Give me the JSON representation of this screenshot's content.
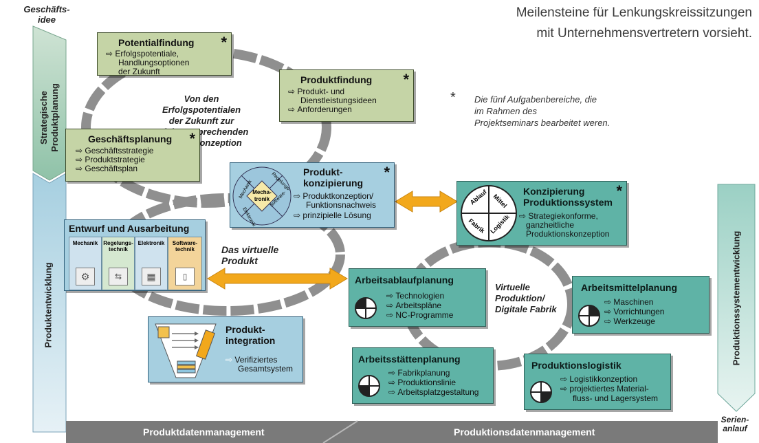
{
  "left_column": {
    "top_label": "Geschäfts-\nidee",
    "upper_section": "Strategische\nProduktplanung",
    "lower_section": "Produktentwicklung"
  },
  "right_column": {
    "section": "Produktionssystementwicklung",
    "bottom_label": "Serien-\nanlauf"
  },
  "intro_text": "Meilensteine für Lenkungskreissitzungen\nmit Unternehmensvertretern vorsieht.",
  "footnote": {
    "marker": "*",
    "text": "Die fünf Aufgabenbereiche, die\nim Rahmen des\nProjektseminars bearbeitet weren."
  },
  "cycle_labels": {
    "strategic": "Von den\nErfolgspotentialen\nder Zukunft zur\nerfolgversprechenden\nProduktkonzeption",
    "virtual_product": "Das virtuelle\nProdukt",
    "virtual_production": "Virtuelle\nProduktion/\nDigitale Fabrik"
  },
  "boxes": {
    "potentialfindung": {
      "title": "Potentialfindung",
      "star": "*",
      "items": [
        "Erfolgspotentiale,"
      ],
      "extra": "Handlungsoptionen\nder Zukunft"
    },
    "produktfindung": {
      "title": "Produktfindung",
      "star": "*",
      "items": [
        "Produkt- und"
      ],
      "extra": "Dienstleistungsideen",
      "items2": [
        "Anforderungen"
      ]
    },
    "geschaeftsplanung": {
      "title": "Geschäftsplanung",
      "star": "*",
      "items": [
        "Geschäftsstrategie",
        "Produktstrategie",
        "Geschäftsplan"
      ]
    },
    "produktkonzipierung": {
      "title": "Produkt-\nkonzipierung",
      "star": "*",
      "items": [
        "Produktkonzeption/"
      ],
      "extra": "Funktionsnachweis",
      "items2": [
        "prinzipielle Lösung"
      ],
      "wheel": {
        "center": "Mecha-\ntronik",
        "q1": "Mechanik",
        "q2": "Regelungs-\ntechnik",
        "q3": "Software-\ntechnik",
        "q4": "Elektronik"
      }
    },
    "entwurf": {
      "title": "Entwurf und Ausarbeitung",
      "disciplines": [
        "Mechanik",
        "Regelungs-\ntechnik",
        "Elektronik",
        "Software-\ntechnik"
      ]
    },
    "produktintegration": {
      "title": "Produkt-\nintegration",
      "items": [
        "Verifiziertes"
      ],
      "extra": "Gesamtsystem"
    },
    "konzipierung_ps": {
      "title": "Konzipierung\nProduktionssystem",
      "star": "*",
      "items": [
        "Strategiekonforme,"
      ],
      "extra": "ganzheitliche\nProduktionskonzeption",
      "wheel": {
        "q1": "Ablauf",
        "q2": "Mittel",
        "q3": "Logistik",
        "q4": "Fabrik"
      }
    },
    "arbeitsablauf": {
      "title": "Arbeitsablaufplanung",
      "items": [
        "Technologien",
        "Arbeitspläne",
        "NC-Programme"
      ]
    },
    "arbeitsmittel": {
      "title": "Arbeitsmittelplanung",
      "items": [
        "Maschinen",
        "Vorrichtungen",
        "Werkzeuge"
      ]
    },
    "arbeitsstaetten": {
      "title": "Arbeitsstättenplanung",
      "items": [
        "Fabrikplanung",
        "Produktionslinie",
        "Arbeitsplatzgestaltung"
      ]
    },
    "produktionslogistik": {
      "title": "Produktionslogistik",
      "items": [
        "Logistikkonzeption",
        "projektiertes Material-"
      ],
      "extra": "fluss- und Lagersystem"
    }
  },
  "bottom_bar": {
    "left": "Produktdatenmanagement",
    "right": "Produktionsdatenmanagement"
  },
  "colors": {
    "green": "#c5d4a6",
    "teal": "#5fb3a6",
    "blue": "#a6cfe0",
    "arrow": "#f2a81c",
    "gray_bar": "#7a7a7a",
    "side": "#9cc7b0"
  }
}
